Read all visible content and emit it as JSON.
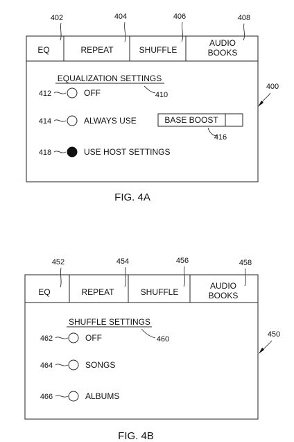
{
  "figure_a": {
    "ref_panel": "400",
    "tab_refs": [
      "402",
      "404",
      "406",
      "408"
    ],
    "tabs": {
      "eq": "EQ",
      "repeat": "REPEAT",
      "shuffle": "SHUFFLE",
      "audiobooks_line1": "AUDIO",
      "audiobooks_line2": "BOOKS"
    },
    "heading": "EQUALIZATION SETTINGS",
    "heading_ref": "410",
    "options": [
      {
        "ref": "412",
        "label": "OFF",
        "selected": false
      },
      {
        "ref": "414",
        "label": "ALWAYS USE",
        "selected": false
      },
      {
        "ref": "418",
        "label": "USE HOST SETTINGS",
        "selected": true
      }
    ],
    "dropdown_value": "BASE BOOST",
    "dropdown_ref": "416",
    "caption": "FIG. 4A"
  },
  "figure_b": {
    "ref_panel": "450",
    "tab_refs": [
      "452",
      "454",
      "456",
      "458"
    ],
    "tabs": {
      "eq": "EQ",
      "repeat": "REPEAT",
      "shuffle": "SHUFFLE",
      "audiobooks_line1": "AUDIO",
      "audiobooks_line2": "BOOKS"
    },
    "heading": "SHUFFLE SETTINGS",
    "heading_ref": "460",
    "options": [
      {
        "ref": "462",
        "label": "OFF",
        "selected": false
      },
      {
        "ref": "464",
        "label": "SONGS",
        "selected": false
      },
      {
        "ref": "466",
        "label": "ALBUMS",
        "selected": false
      }
    ],
    "caption": "FIG. 4B"
  }
}
